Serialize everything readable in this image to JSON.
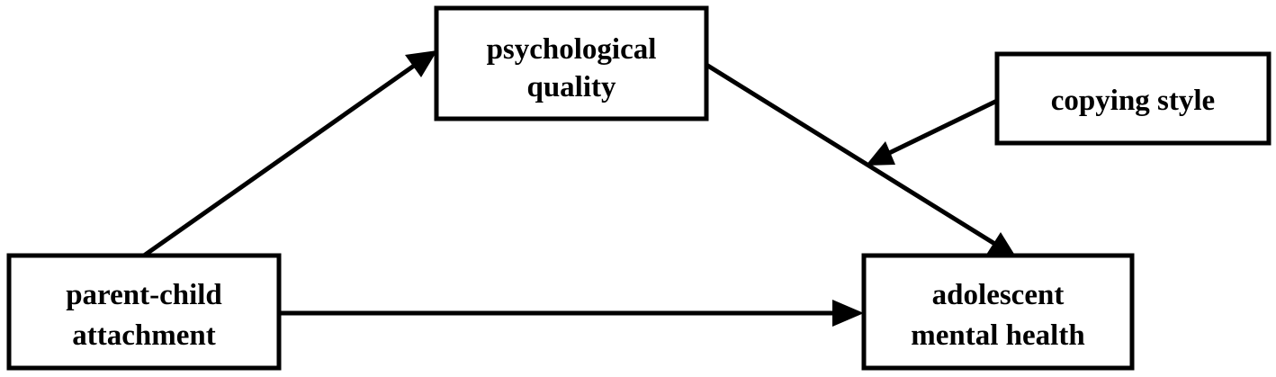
{
  "nodes": {
    "psychological_quality": {
      "lines": [
        "psychological",
        "quality"
      ]
    },
    "copying_style": {
      "lines": [
        "copying style"
      ]
    },
    "parent_child_attachment": {
      "lines": [
        "parent-child",
        "attachment"
      ]
    },
    "adolescent_mental_health": {
      "lines": [
        "adolescent",
        "mental health"
      ]
    }
  },
  "edges": [
    {
      "from": "parent_child_attachment",
      "to": "psychological_quality"
    },
    {
      "from": "psychological_quality",
      "to": "adolescent_mental_health"
    },
    {
      "from": "parent_child_attachment",
      "to": "adolescent_mental_health"
    },
    {
      "from": "copying_style",
      "to": "psychological_quality_to_adolescent_mental_health_path"
    }
  ],
  "colors": {
    "stroke": "#000000",
    "background": "#ffffff"
  }
}
